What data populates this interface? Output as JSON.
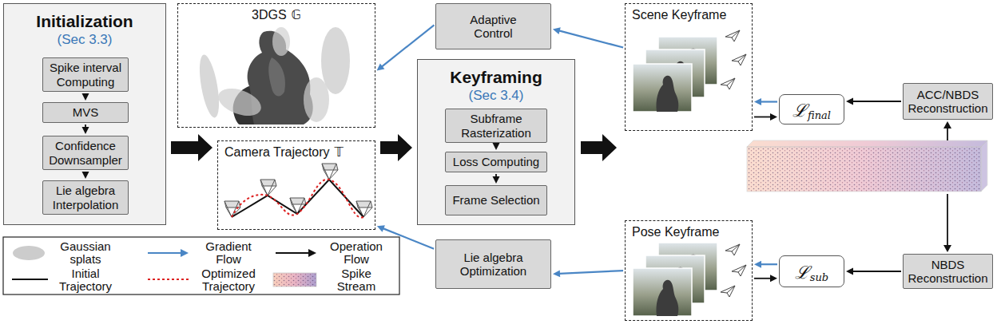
{
  "diagram": {
    "nodes": [
      {
        "text": [
          "Initialization",
          "(Sec 3.3)"
        ]
      },
      {
        "text": [
          "Spike interval Computing"
        ],
        "in": 0
      },
      {
        "text": [
          "MVS"
        ],
        "in": 0
      },
      {
        "text": [
          "Confidence Downsampler"
        ],
        "in": 0
      },
      {
        "text": [
          "Lie algebra Interpolation"
        ],
        "in": 0
      },
      {
        "text": [
          "3DGS",
          "𝔾"
        ]
      },
      {
        "text": [
          "Camera Trajectory",
          "𝕋"
        ]
      },
      {
        "text": [
          "Adaptive Control"
        ]
      },
      {
        "text": [
          "Keyframing",
          "(Sec 3.4)"
        ]
      },
      {
        "text": [
          "Subframe Rasterization"
        ],
        "in": 8
      },
      {
        "text": [
          "Loss Computing"
        ],
        "in": 8
      },
      {
        "text": [
          "Frame Selection"
        ],
        "in": 8
      },
      {
        "text": [
          "Lie algebra Optimization"
        ]
      },
      {
        "text": [
          "Scene Keyframe"
        ]
      },
      {
        "text": [
          "Pose Keyframe"
        ]
      },
      {
        "text": [
          "ℒ",
          "final"
        ]
      },
      {
        "text": [
          "ACC/NBDS Reconstruction"
        ]
      },
      {
        "text": [
          "ℒ",
          "sub"
        ]
      },
      {
        "text": [
          "NBDS Reconstruction"
        ]
      }
    ],
    "edges": [
      {
        "from": 1,
        "to": 2,
        "arrow": "to"
      },
      {
        "from": 2,
        "to": 3,
        "arrow": "to"
      },
      {
        "from": 3,
        "to": 4,
        "arrow": "to"
      },
      {
        "from": 0,
        "to": 6,
        "arrow": "to"
      },
      {
        "from": 6,
        "to": 8,
        "arrow": "to"
      },
      {
        "from": 9,
        "to": 10,
        "arrow": "to"
      },
      {
        "from": 10,
        "to": 11,
        "arrow": "to"
      },
      {
        "from": 7,
        "to": 5,
        "arrow": "to"
      },
      {
        "from": 13,
        "to": 7,
        "arrow": "to"
      },
      {
        "from": 12,
        "to": 6,
        "arrow": "to"
      },
      {
        "from": 14,
        "to": 12,
        "arrow": "to"
      },
      {
        "from": 15,
        "to": 13,
        "arrow": "to"
      },
      {
        "from": 13,
        "to": 15,
        "arrow": "to"
      },
      {
        "from": 16,
        "to": 15,
        "arrow": "to"
      },
      {
        "from": 18,
        "to": 17,
        "arrow": "to"
      },
      {
        "from": 14,
        "to": 17,
        "arrow": "to"
      },
      {
        "from": 17,
        "to": 14,
        "arrow": "to"
      }
    ],
    "legend": [
      {
        "text": "Gaussian splats"
      },
      {
        "text": "Gradient Flow"
      },
      {
        "text": "Operation Flow"
      },
      {
        "text": "Initial Trajectory"
      },
      {
        "text": "Optimized Trajectory"
      },
      {
        "text": "Spike Stream"
      }
    ]
  }
}
